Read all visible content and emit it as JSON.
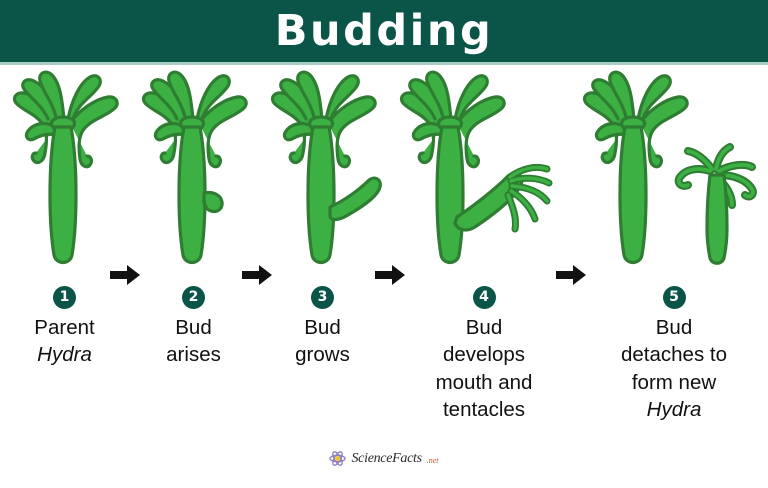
{
  "header": {
    "title": "Budding"
  },
  "colors": {
    "banner_teal": "#0a5448",
    "banner_underline": "#a9cdc6",
    "hydra_fill": "#3cb043",
    "hydra_outline": "#2e7d32",
    "badge_teal": "#0a5448",
    "arrow_black": "#111111",
    "caption_text": "#111111",
    "logo_tld": "#d94f2b",
    "background": "#ffffff"
  },
  "diagram": {
    "subject": "Hydra",
    "process": "Budding",
    "stages": [
      {
        "number": "1",
        "caption_lines": [
          "Parent",
          "Hydra"
        ],
        "italic_lines": [
          1
        ],
        "figure": "parent-hydra"
      },
      {
        "number": "2",
        "caption_lines": [
          "Bud",
          "arises"
        ],
        "italic_lines": [],
        "figure": "hydra-with-small-bud"
      },
      {
        "number": "3",
        "caption_lines": [
          "Bud",
          "grows"
        ],
        "italic_lines": [],
        "figure": "hydra-with-growing-bud"
      },
      {
        "number": "4",
        "caption_lines": [
          "Bud",
          "develops",
          "mouth and",
          "tentacles"
        ],
        "italic_lines": [],
        "figure": "hydra-with-tentacled-bud"
      },
      {
        "number": "5",
        "caption_lines": [
          "Bud",
          "detaches to",
          "form new",
          "Hydra"
        ],
        "italic_lines": [
          3
        ],
        "figure": "parent-and-detached-hydra"
      }
    ],
    "arrow_count": 4,
    "arrow_glyph": "right-arrow"
  },
  "footer": {
    "logo_icon": "atom-icon",
    "logo_name": "ScienceFacts",
    "logo_tld": ".net"
  }
}
